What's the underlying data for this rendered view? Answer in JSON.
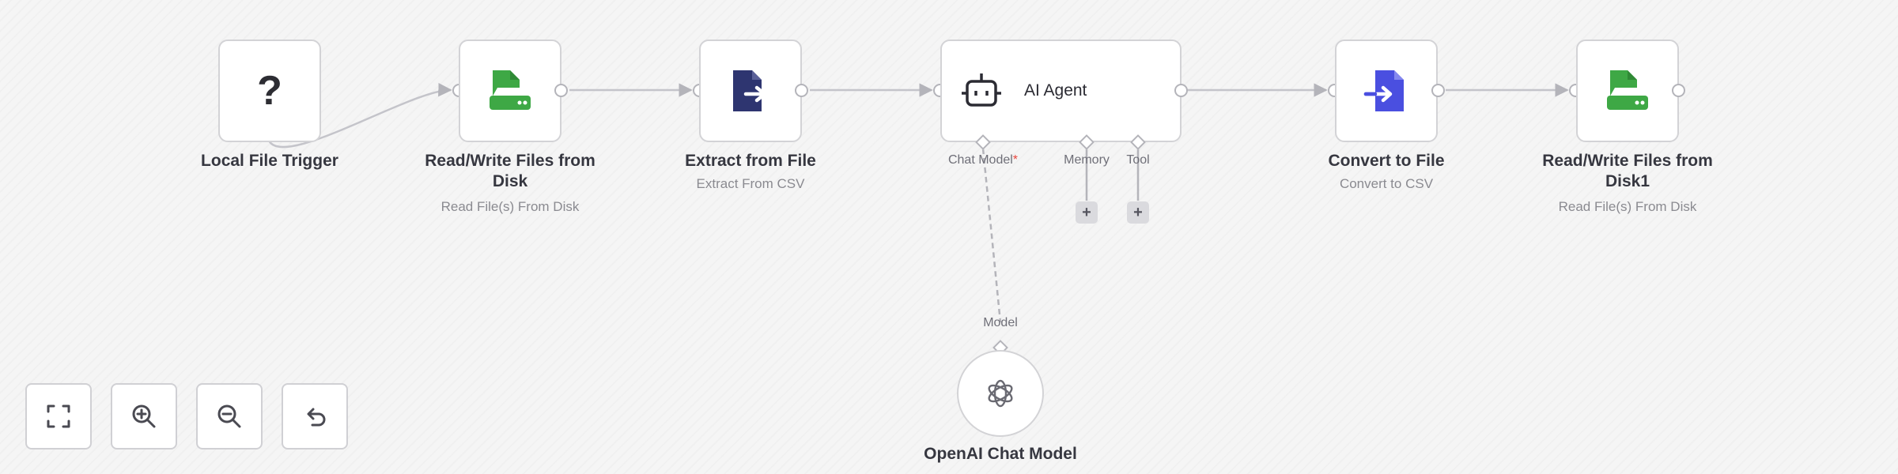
{
  "nodes": {
    "local_file_trigger": {
      "title": "Local File Trigger",
      "icon": "question-mark-icon",
      "glyph": "?"
    },
    "read_write_files": {
      "title": "Read/Write Files from Disk",
      "subtitle": "Read File(s) From Disk",
      "icon": "disk-file-icon"
    },
    "extract_from_file": {
      "title": "Extract from File",
      "subtitle": "Extract From CSV",
      "icon": "extract-file-icon"
    },
    "ai_agent": {
      "title": "AI Agent",
      "icon": "robot-icon",
      "ports": {
        "chat_model": "Chat Model",
        "required_mark": "*",
        "memory": "Memory",
        "tool": "Tool"
      },
      "add_label": "+"
    },
    "convert_to_file": {
      "title": "Convert to File",
      "subtitle": "Convert to CSV",
      "icon": "convert-file-icon"
    },
    "read_write_files1": {
      "title": "Read/Write Files from Disk1",
      "subtitle": "Read File(s) From Disk",
      "icon": "disk-file-icon"
    },
    "openai_chat_model": {
      "title": "OpenAI Chat Model",
      "port_label": "Model",
      "icon": "openai-icon"
    }
  },
  "controls": [
    "fit-view-icon",
    "zoom-in-icon",
    "zoom-out-icon",
    "reset-zoom-icon"
  ],
  "colors": {
    "green_file": "#3ea845",
    "navy_file": "#2e3570",
    "blue_file": "#4a4fe0",
    "border": "#d3d3d6",
    "connector": "#b4b4ba",
    "required": "#e8453c"
  }
}
